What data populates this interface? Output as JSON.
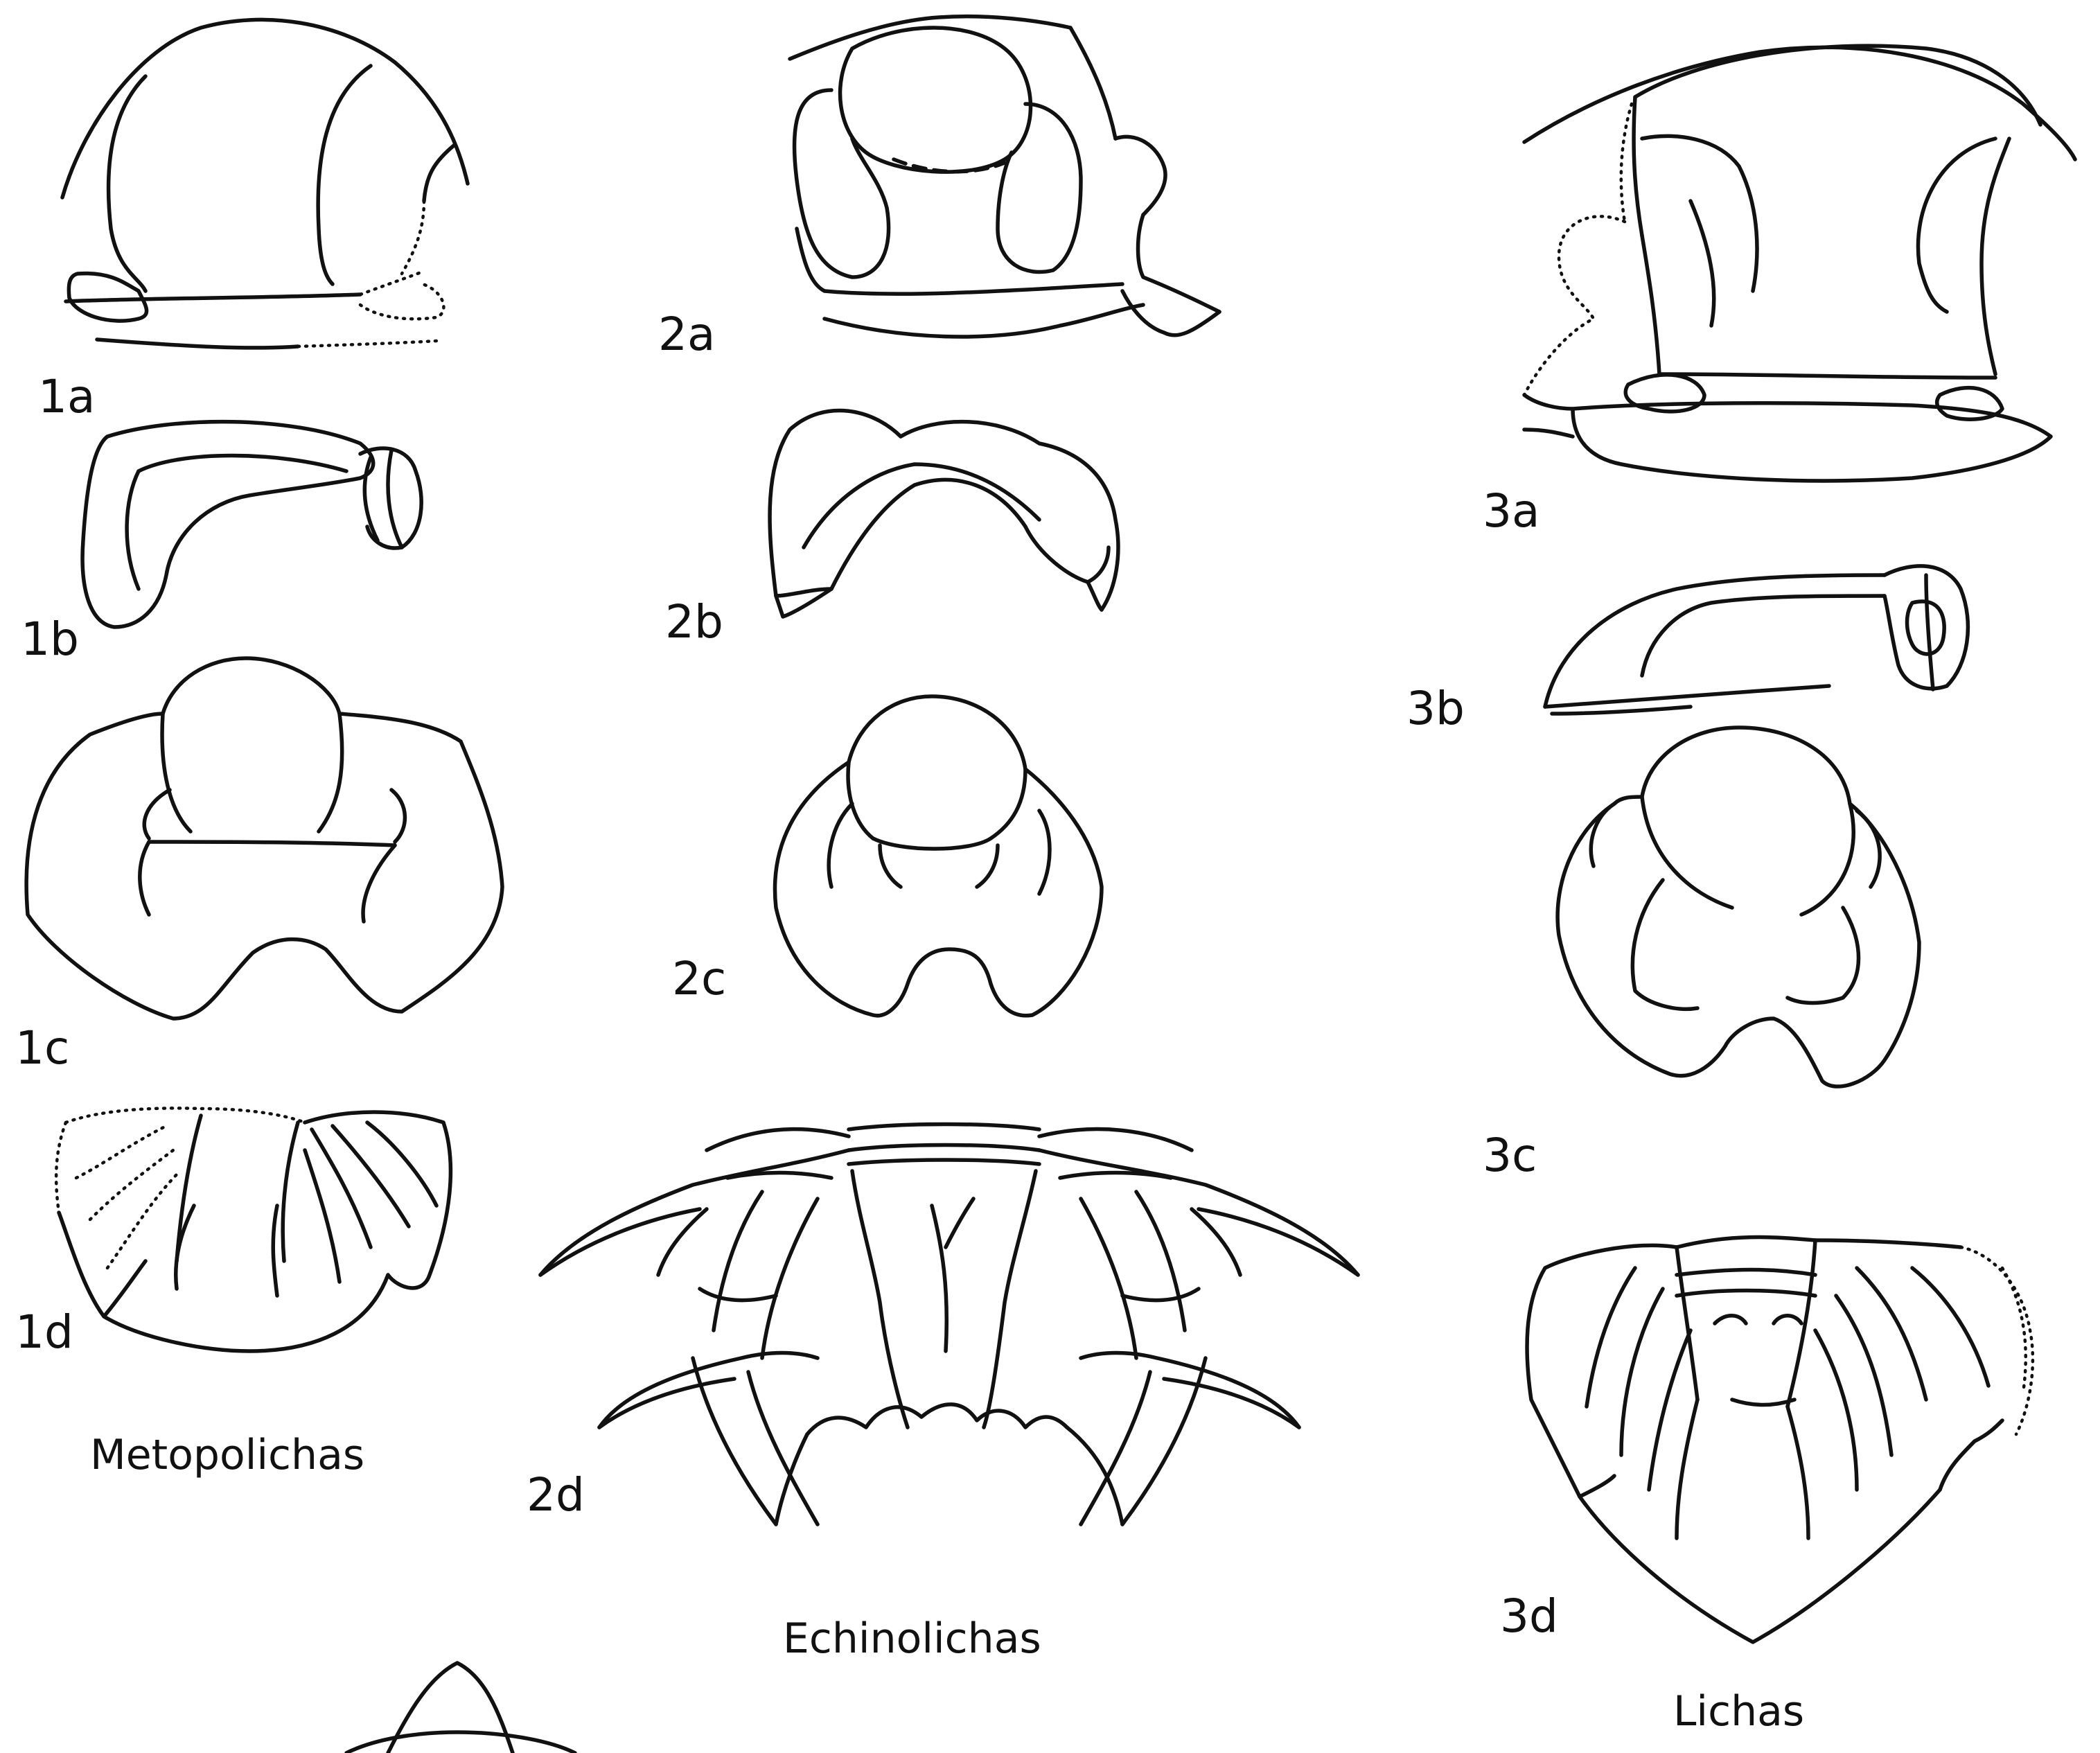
{
  "figure_labels": {
    "f1a": "1a",
    "f1b": "1b",
    "f1c": "1c",
    "f1d": "1d",
    "f2a": "2a",
    "f2b": "2b",
    "f2c": "2c",
    "f2d": "2d",
    "f3a": "3a",
    "f3b": "3b",
    "f3c": "3c",
    "f3d": "3d"
  },
  "genus_names": {
    "g1": "Metopolichas",
    "g2": "Echinolichas",
    "g3": "Lichas"
  },
  "colors": {
    "line": "#111111",
    "background": "#ffffff"
  }
}
